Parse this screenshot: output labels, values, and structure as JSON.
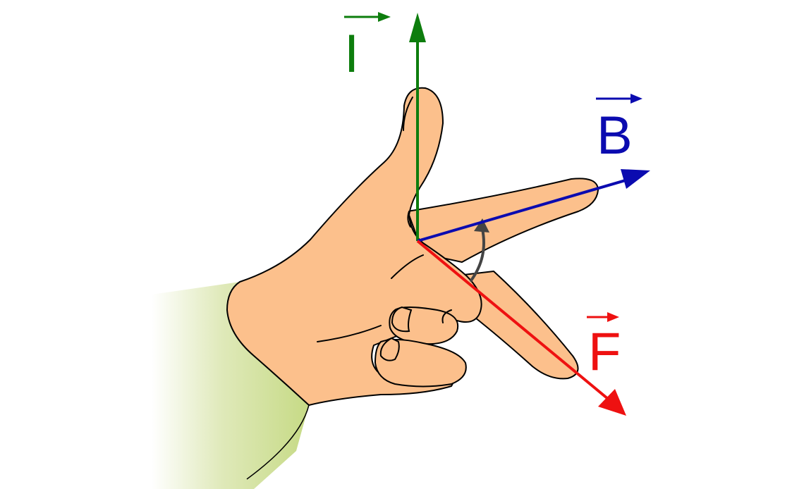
{
  "labels": {
    "current": "I",
    "magnetic_field": "B",
    "force": "F"
  },
  "colors": {
    "current": "#0d7d0d",
    "magnetic_field": "#0b0bb0",
    "force": "#ee1111",
    "rotation_arrow": "#444444",
    "skin": "#fcc08c",
    "sleeve": "#c9dd8c",
    "outline": "#000000"
  }
}
